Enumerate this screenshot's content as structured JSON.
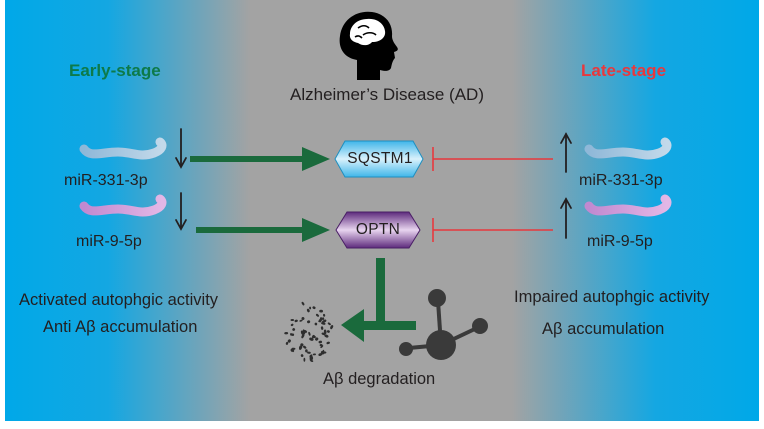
{
  "title": "Alzheimer’s Disease (AD)",
  "left": {
    "stage": "Early-stage",
    "mirna": [
      "miR-331-3p",
      "miR-9-5p"
    ],
    "effects": [
      "Activated autophgic activity",
      "Anti Aβ accumulation"
    ]
  },
  "right": {
    "stage": "Late-stage",
    "mirna": [
      "miR-331-3p",
      "miR-9-5p"
    ],
    "effects": [
      "Impaired autophgic activity",
      "Aβ accumulation"
    ]
  },
  "proteins": [
    "SQSTM1",
    "OPTN"
  ],
  "degradation_label": "Aβ degradation",
  "icons": [
    "head-brain-icon",
    "abeta-particles-icon",
    "molecule-icon"
  ],
  "colors": {
    "side_blue": "#00a8e8",
    "center_grey": "#a3a3a3",
    "early_green": "#0d7a4a",
    "late_red": "#e8383d",
    "arrow_green": "#1a6a3c",
    "inhibit_red": "#e8383d",
    "mir331_color": "#9dc5e0",
    "mir95_color": "#d39ad8",
    "sqstm1_fill": "#7fd0f0",
    "optn_fill": "#8a4fa6",
    "molecule_color": "#3a3a3a"
  }
}
